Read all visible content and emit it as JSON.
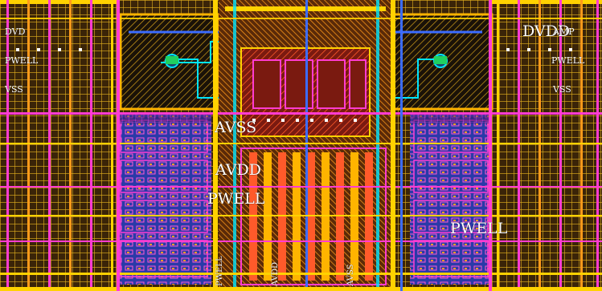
{
  "layout_view": {
    "net_labels": {
      "avss": "AVSS",
      "avdd": "AVDD",
      "pwell": "PWELL",
      "pwell_right": "PWELL",
      "vdd_right": "DVDD",
      "left_edge_top": "DVD",
      "left_edge_mid": "PWELL",
      "left_edge_bot": "VSS",
      "right_edge_top": "AMP",
      "right_edge_mid": "PWELL",
      "right_edge_bot": "VSS",
      "bottom_pin_1": "PWELL",
      "bottom_pin_2": "AVDD",
      "bottom_pin_3": "AVSS"
    },
    "layer_colors": {
      "metal1": "#3c6cff",
      "metal2": "#ff3cd2",
      "metal3": "#ffb400",
      "poly": "#ff4040",
      "diffusion": "#ff8c1a",
      "well": "#ffd200",
      "via": "#ffffff",
      "contact": "#00e5ff",
      "grid": "#e6dc32",
      "cap_top": "#2a1a0a",
      "cap_plate": "#1a1208",
      "green_mark": "#20d060"
    }
  }
}
